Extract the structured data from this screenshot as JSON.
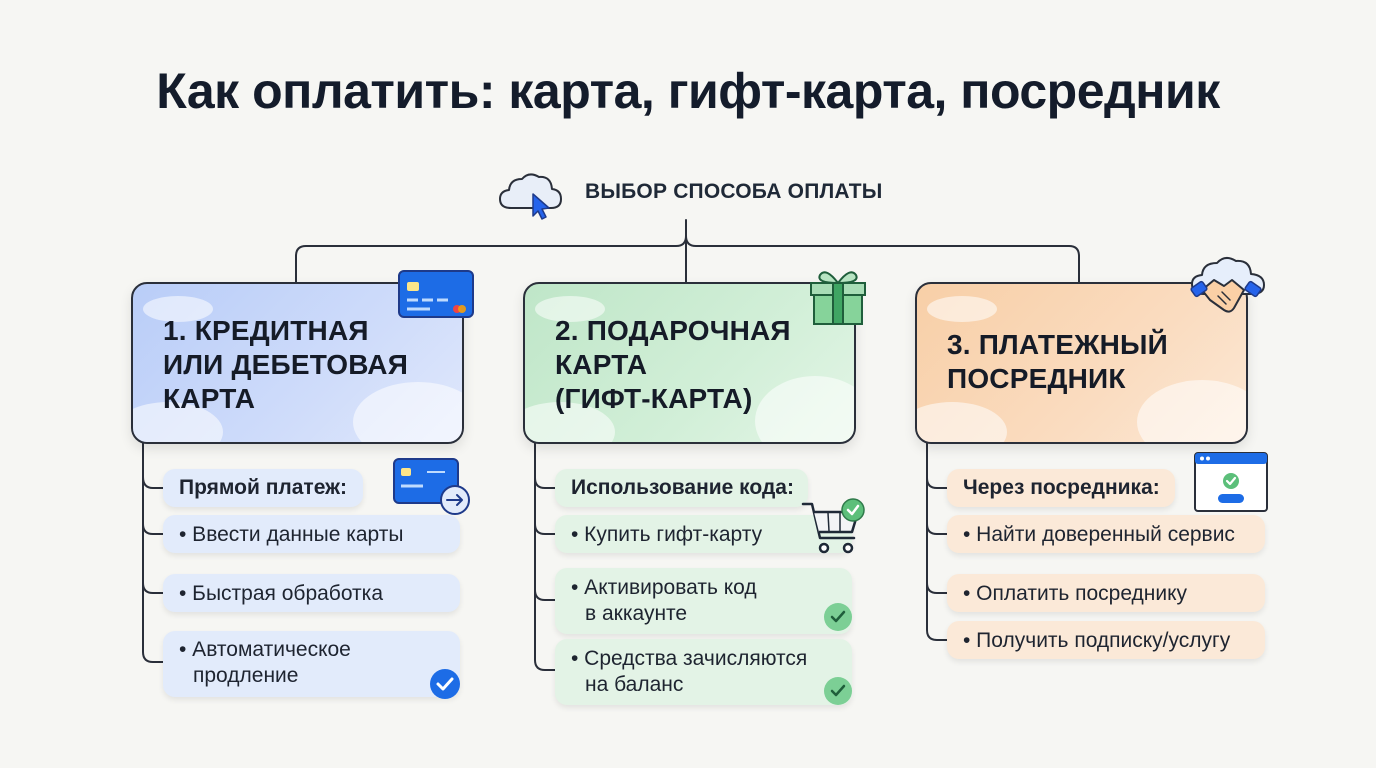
{
  "title": "Как оплатить: карта, гифт-карта, посредник",
  "root": {
    "label": "ВЫБОР СПОСОБА ОПЛАТЫ",
    "icon": "cloud-cursor-icon"
  },
  "categories": [
    {
      "title_lines": [
        "1. КРЕДИТНАЯ",
        "ИЛИ ДЕБЕТОВАЯ",
        "КАРТА"
      ],
      "icon": "credit-card-icon",
      "color": "#c6d6f9",
      "items": [
        {
          "lines": [
            "Прямой платеж:"
          ],
          "icon": "card-arrow-icon"
        },
        {
          "lines": [
            "• Ввести данные карты"
          ]
        },
        {
          "lines": [
            "• Быстрая обработка"
          ]
        },
        {
          "lines": [
            "• Автоматическое",
            "продление"
          ],
          "icon": "check-circle-icon"
        }
      ]
    },
    {
      "title_lines": [
        "2. ПОДАРОЧНАЯ",
        "КАРТА",
        "(ГИФТ-КАРТА)"
      ],
      "icon": "gift-icon",
      "color": "#cdebd3",
      "items": [
        {
          "lines": [
            "Использование кода:"
          ],
          "icon": "cart-check-icon"
        },
        {
          "lines": [
            "• Купить гифт-карту"
          ]
        },
        {
          "lines": [
            "• Активировать код",
            "в аккаунте"
          ],
          "icon": "check-circle-icon"
        },
        {
          "lines": [
            "• Средства зачисляются",
            "на баланс"
          ],
          "icon": "check-circle-icon"
        }
      ]
    },
    {
      "title_lines": [
        "3. ПЛАТЕЖНЫЙ",
        "ПОСРЕДНИК"
      ],
      "icon": "handshake-cloud-icon",
      "color": "#f9d8b8",
      "items": [
        {
          "lines": [
            "Через посредника:"
          ],
          "icon": "browser-window-icon"
        },
        {
          "lines": [
            "• Найти доверенный сервис"
          ]
        },
        {
          "lines": [
            "• Оплатить посреднику"
          ]
        },
        {
          "lines": [
            "• Получить подписку/услугу"
          ]
        }
      ]
    }
  ]
}
